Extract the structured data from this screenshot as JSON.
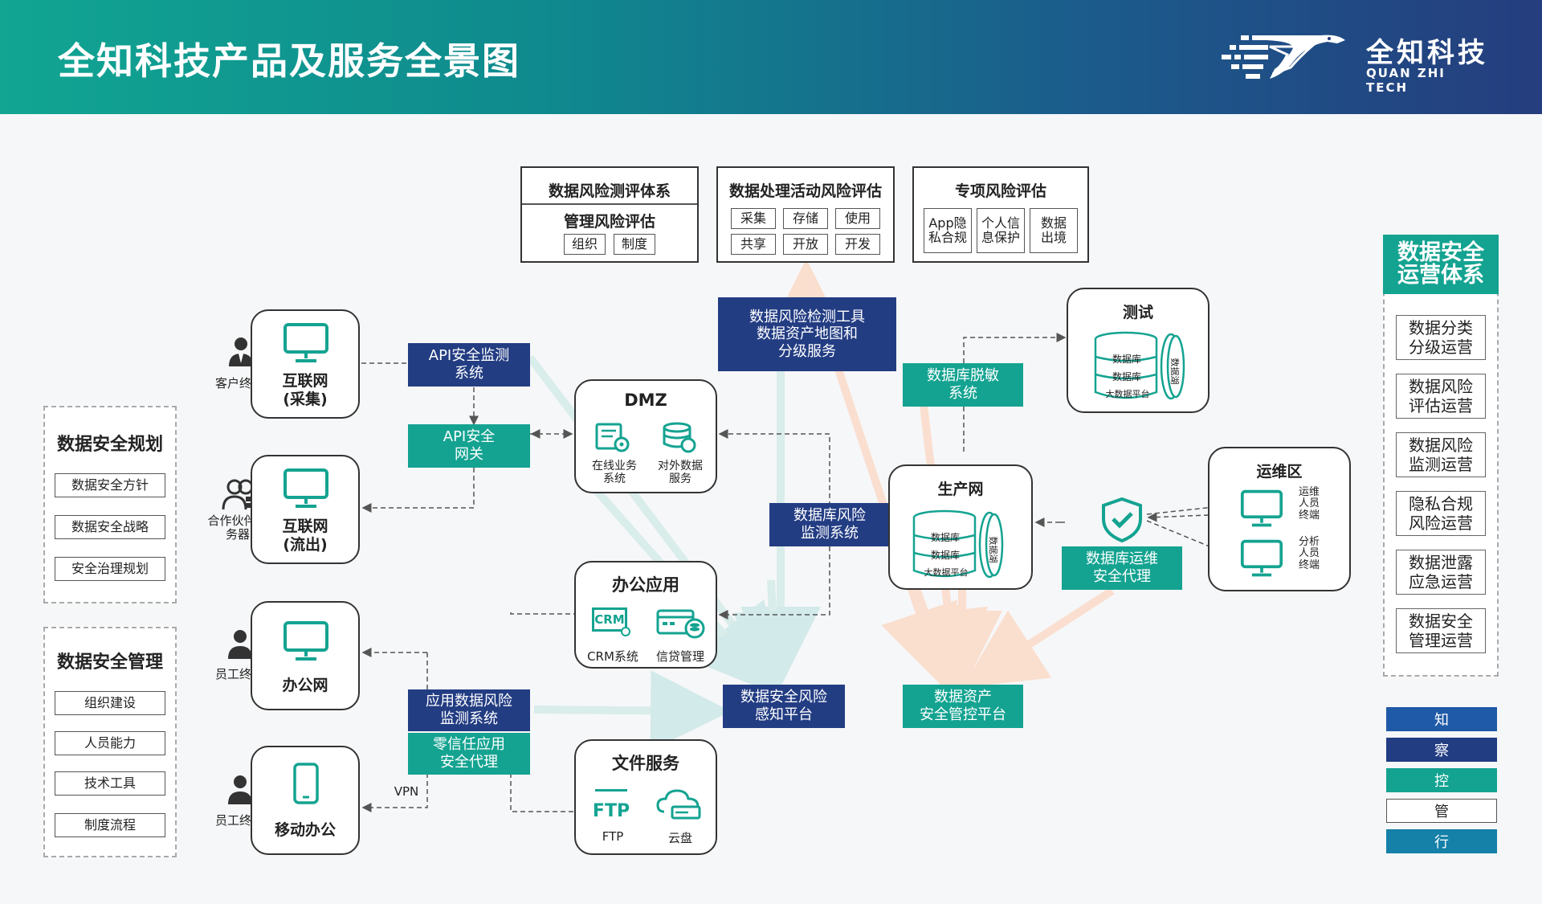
{
  "page": {
    "title": "全知科技产品及服务全景图"
  },
  "logo": {
    "name_cn": "全知科技",
    "name_en": "QUAN ZHI TECH"
  },
  "colors": {
    "navy": "#233d83",
    "teal": "#14a391",
    "header_start": "#11a592",
    "header_end": "#253d7e",
    "arrow_teal": "#cfe9e8",
    "arrow_peach": "#fbdcca"
  },
  "top_boxes": {
    "risk_eval_system": {
      "title": "数据风险测评体系",
      "subtitle": "管理风险评估",
      "items": [
        "组织",
        "制度"
      ]
    },
    "processing_eval": {
      "title": "数据处理活动风险评估",
      "items": [
        "采集",
        "存储",
        "使用",
        "共享",
        "开放",
        "开发"
      ]
    },
    "special_eval": {
      "title": "专项风险评估",
      "items": [
        "App隐\n私合规",
        "个人信\n息保护",
        "数据\n出境"
      ]
    }
  },
  "left_panels": {
    "planning": {
      "title": "数据安全规划",
      "items": [
        "数据安全方针",
        "数据安全战略",
        "安全治理规划"
      ]
    },
    "management": {
      "title": "数据安全管理",
      "items": [
        "组织建设",
        "人员能力",
        "技术工具",
        "制度流程"
      ]
    }
  },
  "networks": {
    "internet_collect": {
      "label": "互联网\n(采集)",
      "user": "客户终端"
    },
    "internet_out": {
      "label": "互联网\n(流出)",
      "user": "合作伙伴服\n务器"
    },
    "office_net": {
      "label": "办公网",
      "user": "员工终端"
    },
    "mobile_office": {
      "label": "移动办公",
      "user": "员工终端"
    }
  },
  "zones": {
    "dmz": {
      "title": "DMZ",
      "items": [
        "在线业务\n系统",
        "对外数据\n服务"
      ]
    },
    "office_app": {
      "title": "办公应用",
      "items": [
        "CRM系统",
        "信贷管理"
      ]
    },
    "file_service": {
      "title": "文件服务",
      "items": [
        "FTP",
        "云盘"
      ]
    },
    "production": {
      "title": "生产网",
      "db_labels": [
        "数据库",
        "数据库",
        "大数据平台",
        "数据湖"
      ]
    },
    "test": {
      "title": "测试",
      "db_labels": [
        "数据库",
        "数据库",
        "大数据平台",
        "数据湖"
      ]
    },
    "ops": {
      "title": "运维区",
      "items": [
        "运维\n人员\n终端",
        "分析\n人员\n终端"
      ]
    }
  },
  "icons": {
    "crm": "CRM",
    "ftp": "FTP"
  },
  "products": {
    "api_monitor": "API安全监测\n系统",
    "api_gateway": "API安全\n网关",
    "risk_detect_tool": "数据风险检测工具\n数据资产地图和\n分级服务",
    "db_masking": "数据库脱敏\n系统",
    "db_risk_monitor": "数据库风险\n监测系统",
    "db_ops_proxy": "数据库运维\n安全代理",
    "app_risk_monitor": "应用数据风险\n监测系统",
    "zero_trust": "零信任应用\n安全代理",
    "risk_perception": "数据安全风险\n感知平台",
    "asset_platform": "数据资产\n安全管控平台",
    "vpn_label": "VPN"
  },
  "right_panel": {
    "title": "数据安全\n运营体系",
    "items": [
      "数据分类\n分级运营",
      "数据风险\n评估运营",
      "数据风险\n监测运营",
      "隐私合规\n风险运营",
      "数据泄露\n应急运营",
      "数据安全\n管理运营"
    ]
  },
  "legend": [
    {
      "label": "知",
      "style": "navy"
    },
    {
      "label": "察",
      "style": "navy"
    },
    {
      "label": "控",
      "style": "teal"
    },
    {
      "label": "管",
      "style": "white"
    },
    {
      "label": "行",
      "style": "blue"
    }
  ]
}
